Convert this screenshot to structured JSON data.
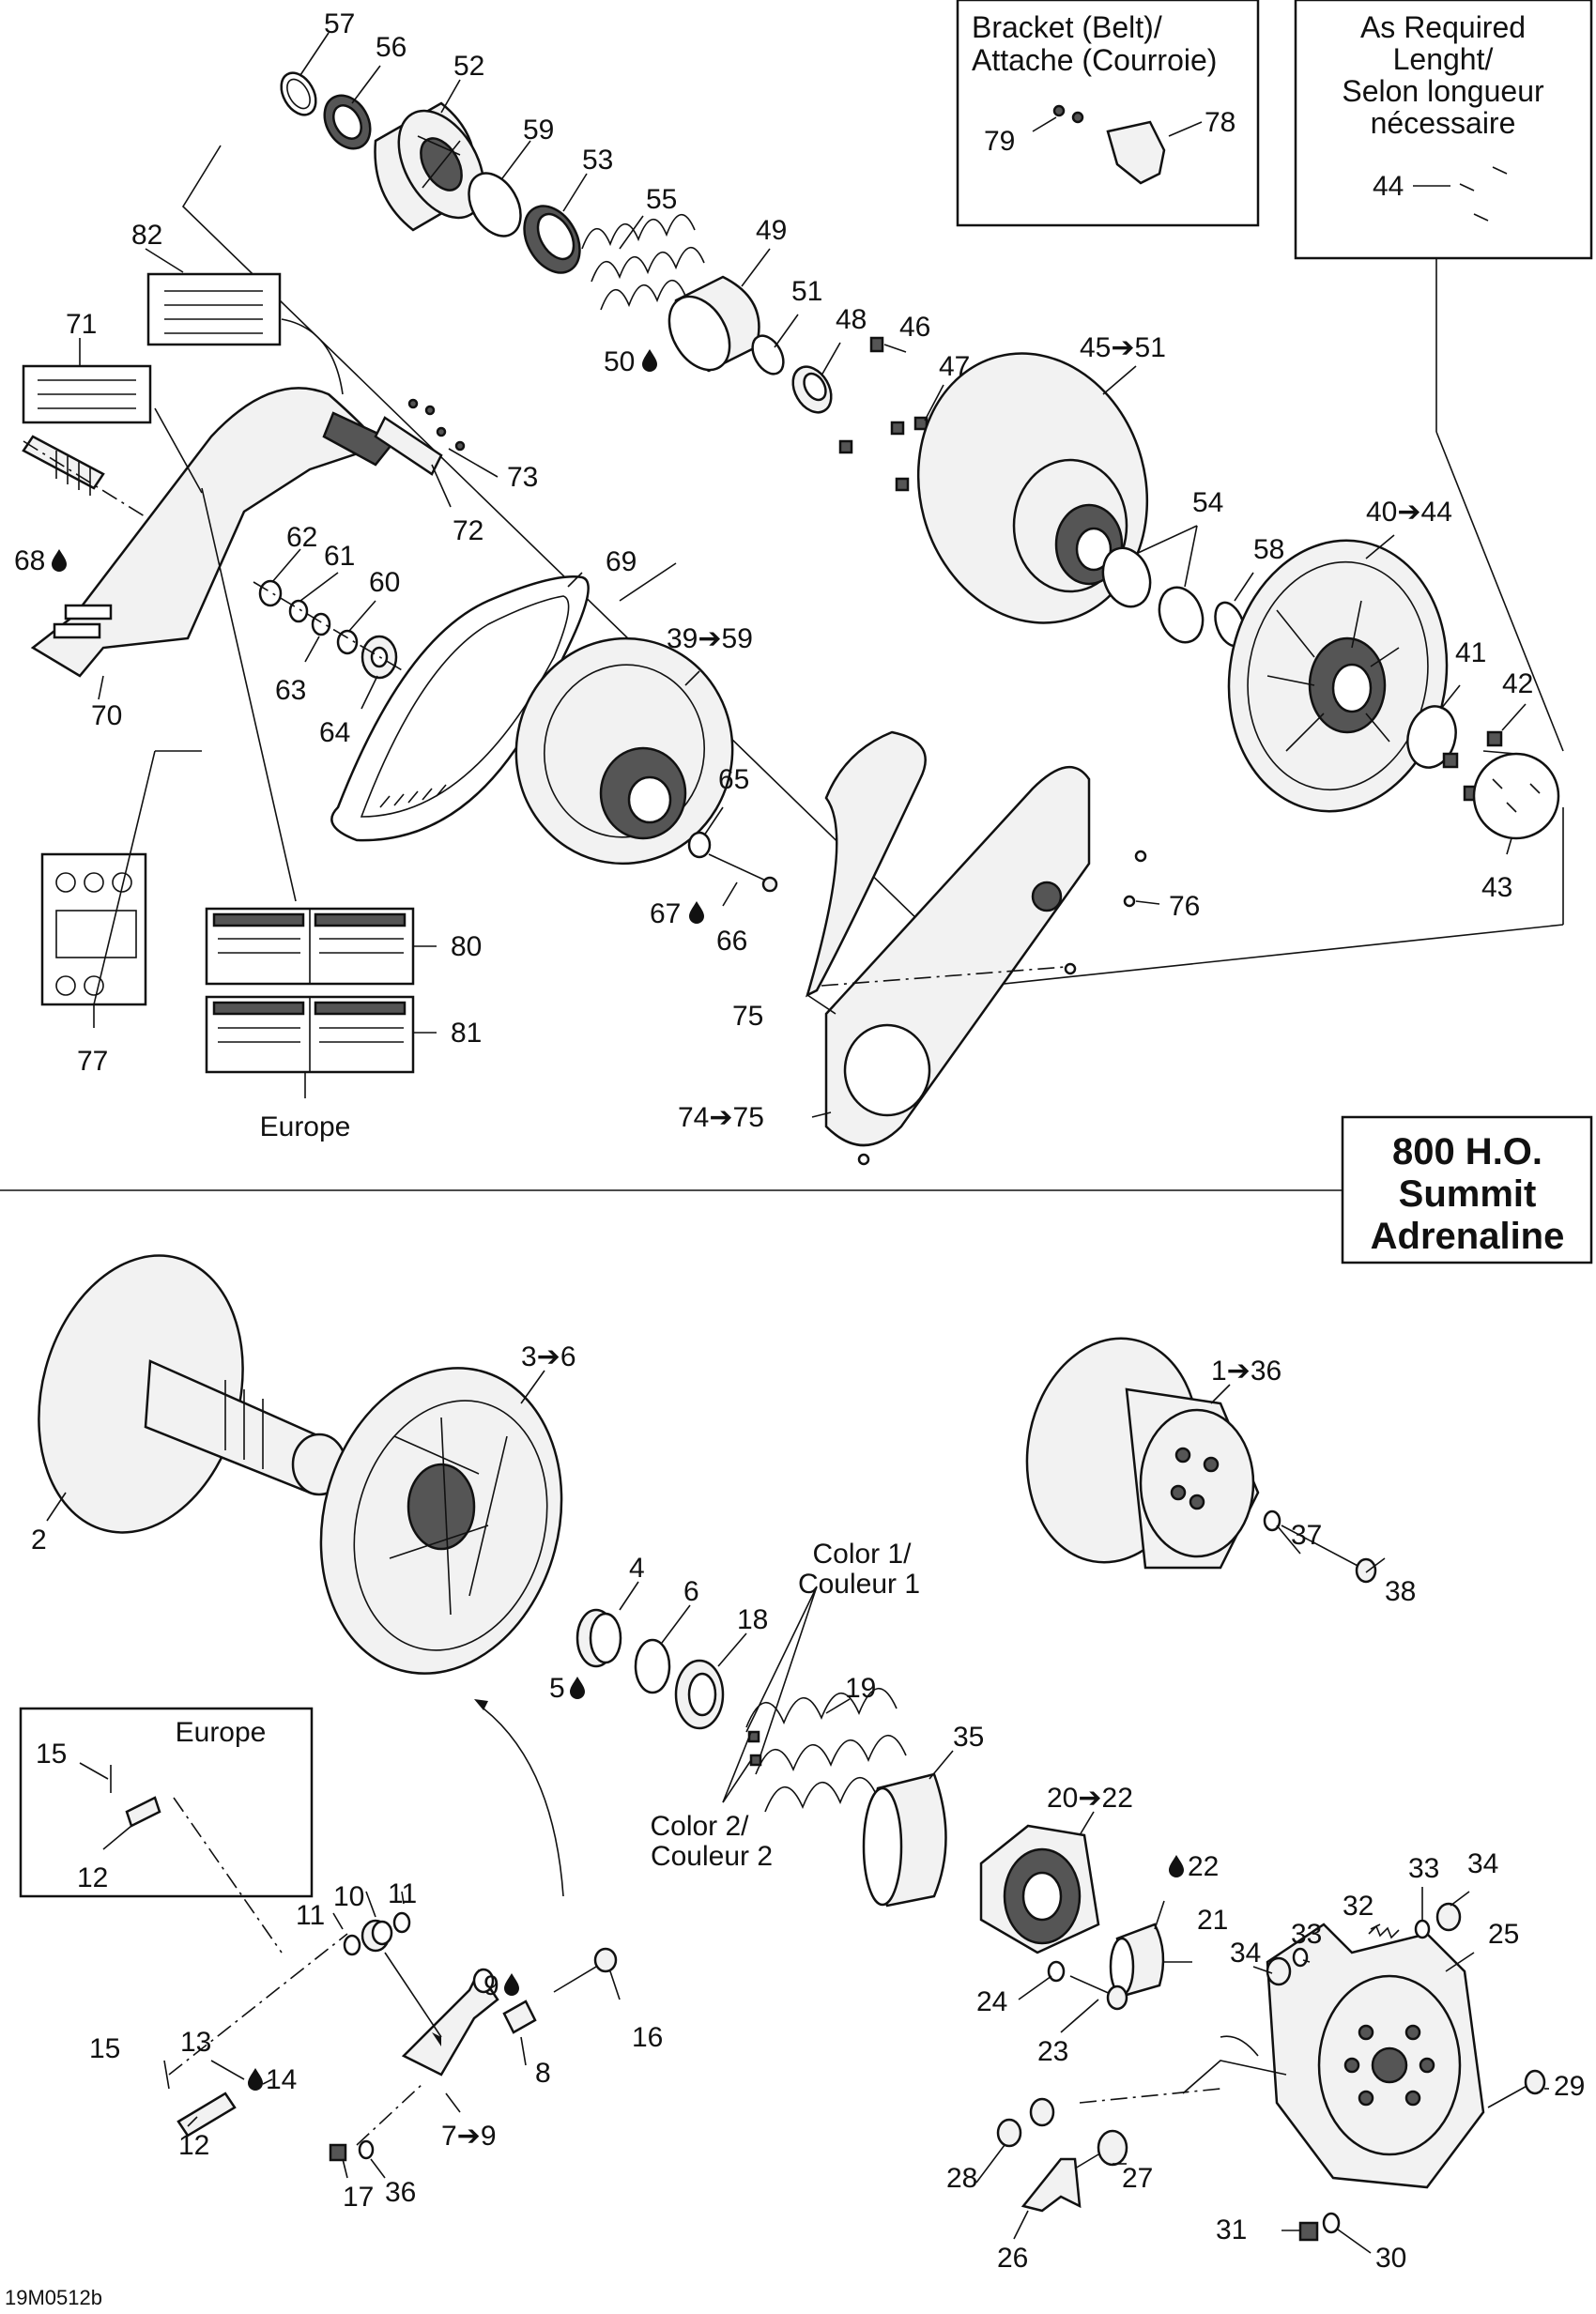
{
  "diagram_ref": "19M0512b",
  "model_box": {
    "lines": [
      "800 H.O.",
      "Summit",
      "Adrenaline"
    ]
  },
  "bracket_box": {
    "lines": [
      "Bracket (Belt)/",
      "Attache (Courroie)"
    ],
    "parts": [
      "79",
      "78"
    ]
  },
  "as_required_box": {
    "lines": [
      "As Required",
      "Lenght/",
      "Selon longueur",
      "nécessaire"
    ],
    "parts": [
      "44"
    ]
  },
  "europe_box": {
    "label": "Europe",
    "parts": [
      "15",
      "12"
    ]
  },
  "europe_label": "Europe",
  "spring_colors": {
    "color1": [
      "Color 1/",
      "Couleur 1"
    ],
    "color2": [
      "Color 2/",
      "Couleur 2"
    ]
  },
  "lubricant_icon": "oil-drop-icon",
  "range_arrow_icon": "right-arrow-icon",
  "upper_callouts": {
    "p57": "57",
    "p56": "56",
    "p52": "52",
    "p59": "59",
    "p53": "53",
    "p55": "55",
    "p49": "49",
    "p51": "51",
    "p48": "48",
    "p46": "46",
    "p47": "47",
    "p50": "50",
    "p45_51": "45➔51",
    "p82": "82",
    "p71": "71",
    "p73": "73",
    "p72": "72",
    "p68": "68",
    "p62": "62",
    "p61": "61",
    "p60": "60",
    "p63": "63",
    "p64": "64",
    "p69": "69",
    "p70": "70",
    "p39_59": "39➔59",
    "p54": "54",
    "p58": "58",
    "p40_44": "40➔44",
    "p41": "41",
    "p42": "42",
    "p43": "43",
    "p65": "65",
    "p67": "67",
    "p66": "66",
    "p76": "76",
    "p75": "75",
    "p74_75": "74➔75",
    "p80": "80",
    "p81": "81",
    "p77": "77"
  },
  "lower_callouts": {
    "p3_6": "3➔6",
    "p2": "2",
    "p4": "4",
    "p6": "6",
    "p18": "18",
    "p5": "5",
    "p19": "19",
    "p35": "35",
    "p20_22": "20➔22",
    "p22": "22",
    "p21": "21",
    "p24": "24",
    "p23": "23",
    "p1_36": "1➔36",
    "p37": "37",
    "p38": "38",
    "p33a": "33",
    "p34a": "34",
    "p32": "32",
    "p25": "25",
    "p34b": "34",
    "p33b": "33",
    "p29": "29",
    "p31": "31",
    "p30": "30",
    "p28": "28",
    "p27": "27",
    "p26": "26",
    "p15": "15",
    "p13": "13",
    "p14": "14",
    "p12": "12",
    "p11a": "11",
    "p10": "10",
    "p11b": "11",
    "p9": "9",
    "p16": "16",
    "p8": "8",
    "p7_9": "7➔9",
    "p17": "17",
    "p36": "36"
  }
}
